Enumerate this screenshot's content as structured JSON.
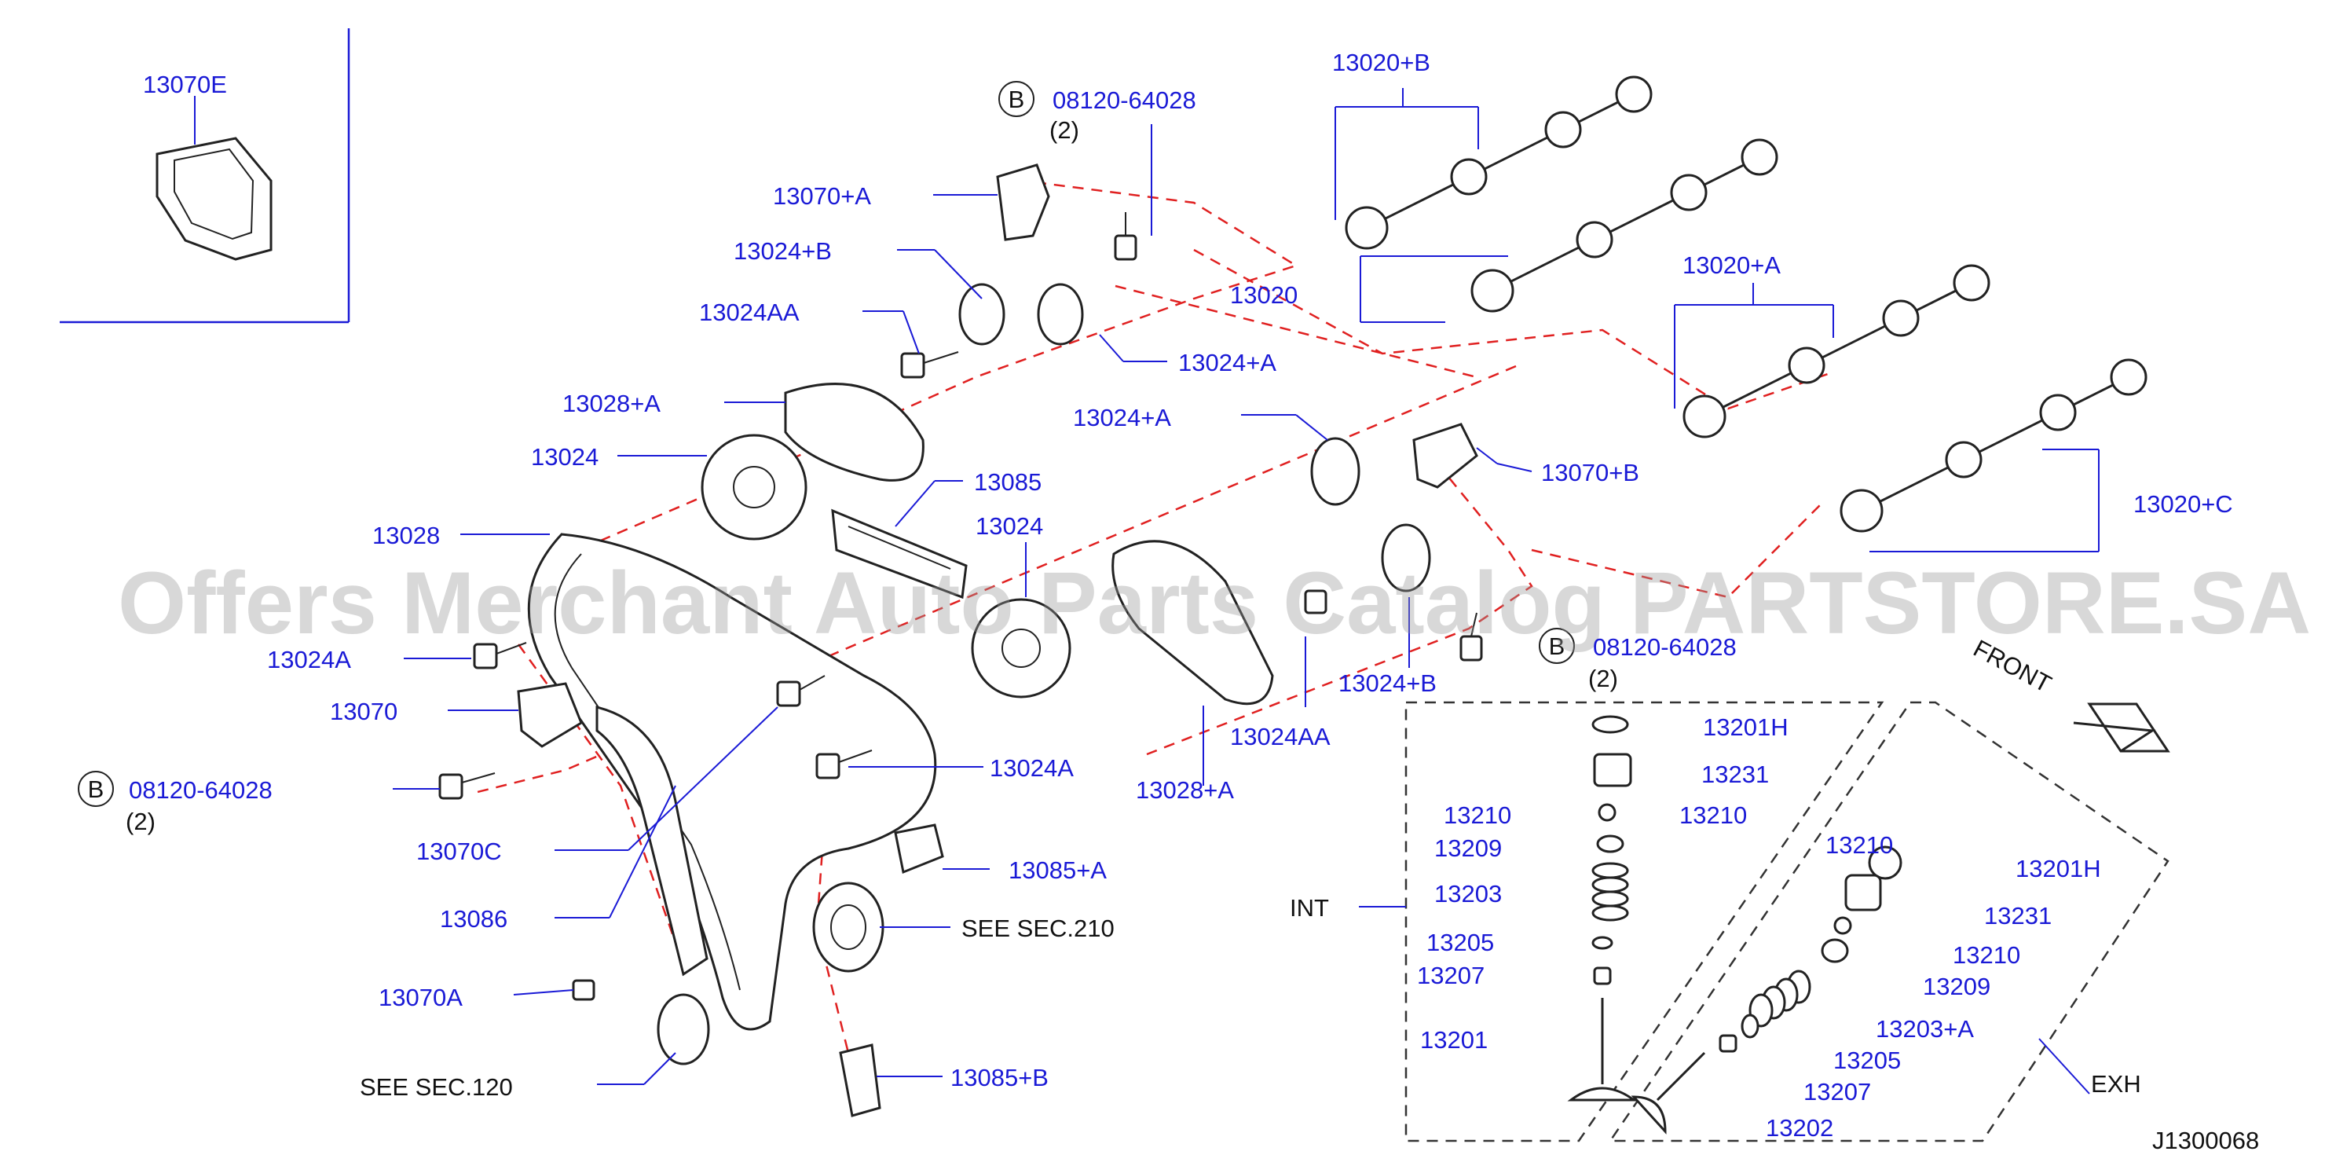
{
  "diagram_code": "J1300068",
  "watermark": "Offers Merchant Auto Parts Catalog PARTSTORE.SA",
  "front_label": "FRONT",
  "bolt_symbol": "B",
  "labels": {
    "p13070E": "13070E",
    "bolt_top": "08120-64028",
    "bolt_top_qty": "(2)",
    "p13070A_top": "13070+A",
    "p13024B_top": "13024+B",
    "p13024AA_top": "13024AA",
    "p13024A_top": "13024+A",
    "p13028A_top": "13028+A",
    "p13024_left": "13024",
    "p13028": "13028",
    "p13085": "13085",
    "p13024_mid": "13024",
    "p13024A_bolt": "13024A",
    "p13070": "13070",
    "bolt_left": "08120-64028",
    "bolt_left_qty": "(2)",
    "p13070C": "13070C",
    "p13086": "13086",
    "p13070A_low": "13070A",
    "see_sec120": "SEE   SEC.120",
    "p13024A_bolt2": "13024A",
    "p13085A": "13085+A",
    "see_sec210": "SEE   SEC.210",
    "p13085B": "13085+B",
    "p13028A_low": "13028+A",
    "p13024AA_low": "13024AA",
    "p13024B_low": "13024+B",
    "bolt_right": "08120-64028",
    "bolt_right_qty": "(2)",
    "p13024A_right": "13024+A",
    "p13070B": "13070+B",
    "p13020B": "13020+B",
    "p13020": "13020",
    "p13020A": "13020+A",
    "p13020C": "13020+C",
    "int": "INT",
    "exh": "EXH",
    "int_13201H": "13201H",
    "int_13231": "13231",
    "int_13210_l": "13210",
    "int_13210_r": "13210",
    "int_13209": "13209",
    "int_13203": "13203",
    "int_13205": "13205",
    "int_13207": "13207",
    "int_13201": "13201",
    "exh_13210_t": "13210",
    "exh_13201H": "13201H",
    "exh_13231": "13231",
    "exh_13210": "13210",
    "exh_13209": "13209",
    "exh_13203A": "13203+A",
    "exh_13205": "13205",
    "exh_13207": "13207",
    "exh_13202": "13202"
  }
}
